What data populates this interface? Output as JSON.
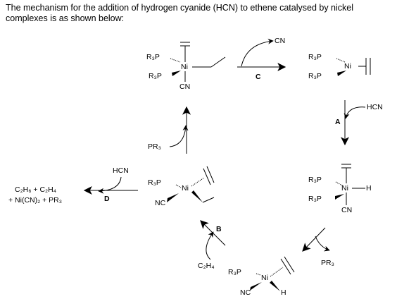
{
  "question": "The mechanism for the addition of hydrogen cyanide (HCN) to ethene catalysed by nickel complexes is as shown below:",
  "labels": {
    "ni": "Ni",
    "r3p": "R₃P",
    "cn": "CN",
    "nc": "NC",
    "h": "H",
    "hcn": "HCN",
    "pr3": "PR₃",
    "c2h4": "C₂H₄",
    "products_line1": "C₂H₆ + C₂H₄",
    "products_line2": "+ Ni(CN)₂ + PR₃"
  },
  "steps": {
    "a": "A",
    "b": "B",
    "c": "C",
    "d": "D"
  }
}
